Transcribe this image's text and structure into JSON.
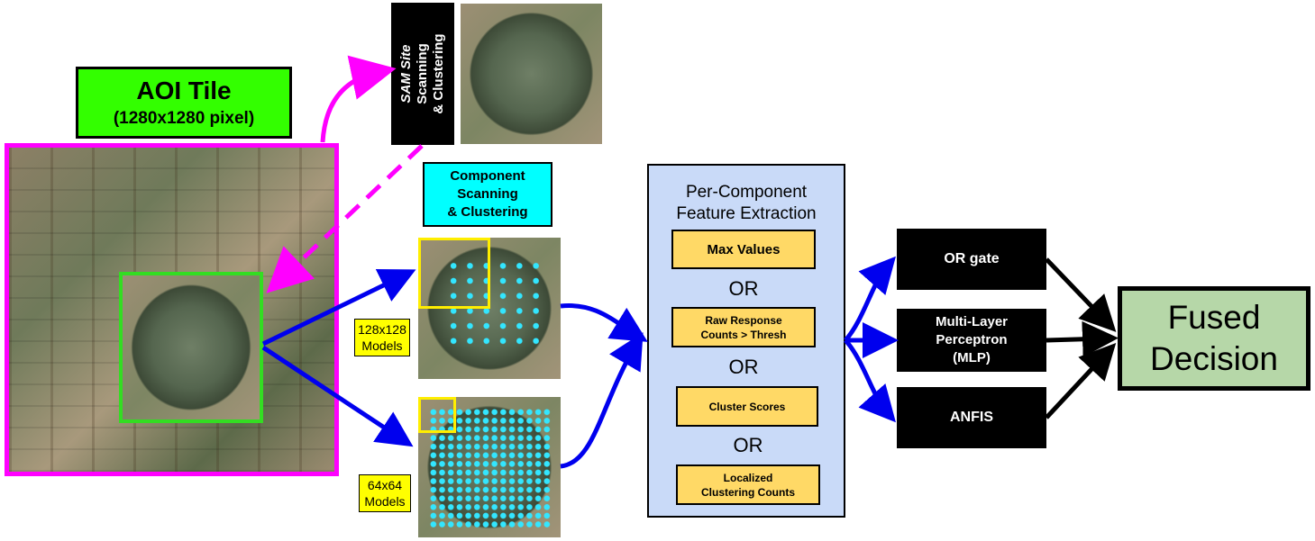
{
  "aoi": {
    "title": "AOI Tile",
    "subtitle": "(1280x1280 pixel)"
  },
  "sam": {
    "italic": "SAM Site",
    "line2": "Scanning",
    "line3": "& Clustering"
  },
  "component": {
    "line1": "Component",
    "line2": "Scanning",
    "line3": "& Clustering"
  },
  "models": {
    "m128": {
      "line1": "128x128",
      "line2": "Models"
    },
    "m64": {
      "line1": "64x64",
      "line2": "Models"
    }
  },
  "features": {
    "title_line1": "Per-Component",
    "title_line2": "Feature Extraction",
    "max_values": "Max Values",
    "raw_line1": "Raw Response",
    "raw_line2": "Counts > Thresh",
    "cluster_scores": "Cluster Scores",
    "local_line1": "Localized",
    "local_line2": "Clustering Counts",
    "or": "OR"
  },
  "classifiers": {
    "or_gate": "OR gate",
    "mlp_line1": "Multi-Layer",
    "mlp_line2": "Perceptron",
    "mlp_line3": "(MLP)",
    "anfis": "ANFIS"
  },
  "fused": {
    "line1": "Fused",
    "line2": "Decision"
  },
  "colors": {
    "magenta": "#ff00ff",
    "green_box": "#33ff00",
    "cyan_box": "#00ffff",
    "blue_arrow": "#0000ee",
    "yellow_box": "#ffff00",
    "feature_panel": "#c9daf8",
    "feature_item": "#ffd966",
    "fused_fill": "#b6d7a8"
  }
}
